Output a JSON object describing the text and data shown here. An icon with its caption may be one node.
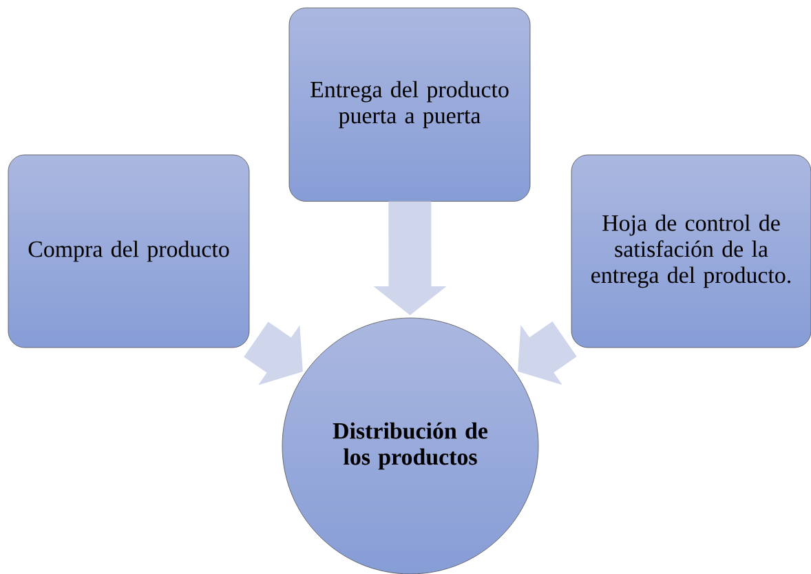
{
  "diagram": {
    "nodes": [
      {
        "text": [
          "Compra del producto"
        ]
      },
      {
        "text": [
          "Entrega del producto puerta a puerta"
        ]
      },
      {
        "text": [
          "Hoja de control de satisfación de la entrega del producto."
        ]
      },
      {
        "text": [
          "Distribución de los productos"
        ]
      }
    ],
    "edges": [
      {
        "from": 0,
        "to": 3,
        "arrow": "to"
      },
      {
        "from": 1,
        "to": 3,
        "arrow": "to"
      },
      {
        "from": 2,
        "to": 3,
        "arrow": "to"
      }
    ]
  }
}
